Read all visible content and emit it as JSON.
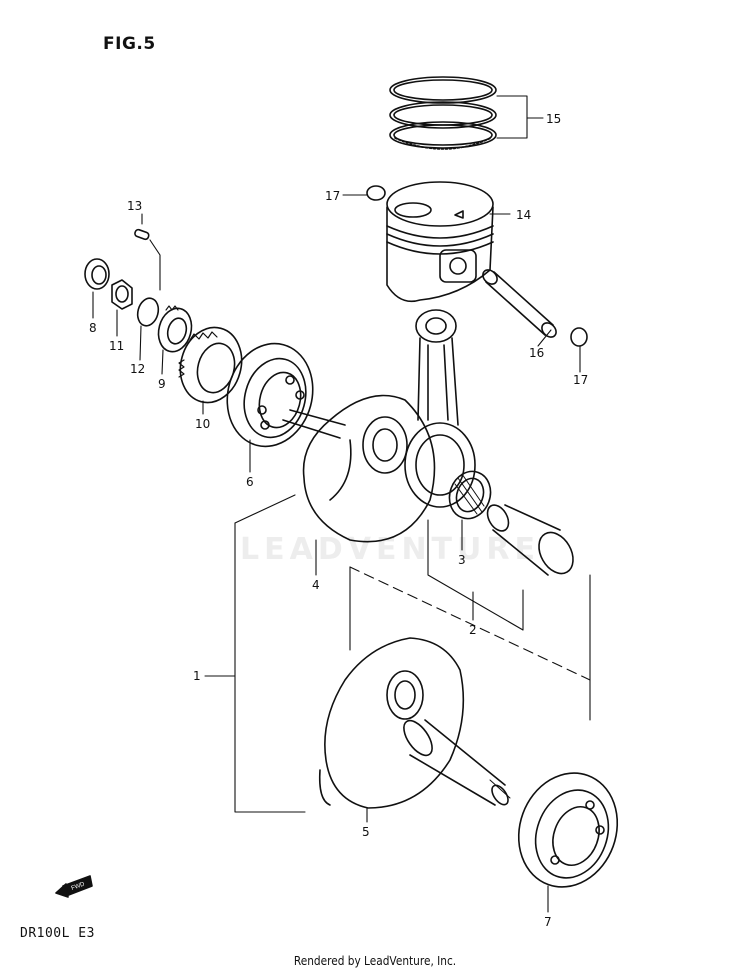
{
  "figure": {
    "title": "FIG.5",
    "model_code": "DR100L E3"
  },
  "watermark": "LEADVENTURE",
  "footer": "Rendered by LeadVenture, Inc.",
  "parts": [
    {
      "ref": "1",
      "name": "crankshaft-assembly"
    },
    {
      "ref": "2",
      "name": "crank-pin-set"
    },
    {
      "ref": "3",
      "name": "needle-bearing"
    },
    {
      "ref": "4",
      "name": "crank-web-right"
    },
    {
      "ref": "5",
      "name": "crank-web-left"
    },
    {
      "ref": "6",
      "name": "crank-bearing-right"
    },
    {
      "ref": "7",
      "name": "crank-bearing-left"
    },
    {
      "ref": "8",
      "name": "oil-seal"
    },
    {
      "ref": "9",
      "name": "primary-drive-gear"
    },
    {
      "ref": "10",
      "name": "oil-pump-drive-gear"
    },
    {
      "ref": "11",
      "name": "nut"
    },
    {
      "ref": "12",
      "name": "washer"
    },
    {
      "ref": "13",
      "name": "key"
    },
    {
      "ref": "14",
      "name": "piston"
    },
    {
      "ref": "15",
      "name": "piston-ring-set"
    },
    {
      "ref": "16",
      "name": "piston-pin"
    },
    {
      "ref": "17",
      "name": "circlip"
    }
  ]
}
